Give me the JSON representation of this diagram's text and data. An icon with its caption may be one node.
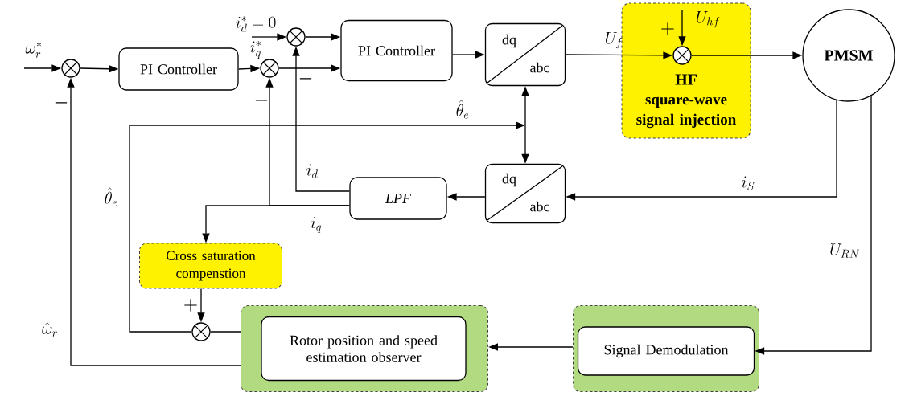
{
  "diagram": {
    "nodes": [
      {
        "text": [],
        "shape": "circle"
      },
      {
        "text": [
          "PI Controller"
        ]
      },
      {
        "text": [],
        "shape": "circle"
      },
      {
        "text": [],
        "shape": "circle"
      },
      {
        "text": [
          "PI Controller"
        ]
      },
      {
        "text": [
          "dq",
          "abc"
        ]
      },
      {
        "text": [
          "HF",
          "square-wave signal injection"
        ]
      },
      {
        "text": [],
        "shape": "circle",
        "in": 6
      },
      {
        "text": [
          "PMSM"
        ]
      },
      {
        "text": [
          "dq",
          "abc"
        ]
      },
      {
        "text": [
          "LPF"
        ]
      },
      {
        "text": [
          "Cross saturation compenstion"
        ]
      },
      {
        "text": [],
        "shape": "circle"
      },
      {
        "text": [],
        "shape": "box"
      },
      {
        "text": [
          "Rotor position and speed estimation observer"
        ],
        "in": 13
      },
      {
        "text": [],
        "shape": "box"
      },
      {
        "text": [
          "Signal Demodulation"
        ],
        "in": 15
      }
    ],
    "edges": [
      {
        "from": null,
        "to": 0,
        "arrow": "to",
        "label": "\\omega_r^*"
      },
      {
        "from": 0,
        "to": 1,
        "arrow": "to"
      },
      {
        "from": 1,
        "to": 2,
        "arrow": "to",
        "label": "i^*_q"
      },
      {
        "from": null,
        "to": 3,
        "arrow": "to",
        "label": "i^*_d=0"
      },
      {
        "from": 3,
        "to": 4,
        "arrow": "to"
      },
      {
        "from": 2,
        "to": 4,
        "arrow": "to"
      },
      {
        "from": 4,
        "to": 5,
        "arrow": "to"
      },
      {
        "from": 5,
        "to": 7,
        "arrow": "to",
        "label": "U_f"
      },
      {
        "from": null,
        "to": 7,
        "arrow": "to",
        "label": "U_{hf}"
      },
      {
        "from": 7,
        "to": 8,
        "arrow": "to"
      },
      {
        "from": 8,
        "to": 9,
        "arrow": "to",
        "label": "i_S"
      },
      {
        "from": 8,
        "to": 16,
        "arrow": "to",
        "label": "U_{RN}"
      },
      {
        "from": 15,
        "to": 13,
        "arrow": "to"
      },
      {
        "from": 9,
        "to": 5,
        "arrow": "both"
      },
      {
        "from": 9,
        "to": 10,
        "arrow": "to"
      },
      {
        "from": 10,
        "to": 3,
        "arrow": "to",
        "label": "i_d"
      },
      {
        "from": 10,
        "to": 2,
        "arrow": "to",
        "label": "i_q"
      },
      {
        "from": 10,
        "to": 11,
        "arrow": "to"
      },
      {
        "from": 11,
        "to": 12,
        "arrow": "to"
      },
      {
        "from": 13,
        "to": 12,
        "arrow": "none"
      },
      {
        "from": 12,
        "to": 5,
        "arrow": "to",
        "label": "\\hat{\\theta}_e"
      },
      {
        "from": 13,
        "to": 0,
        "arrow": "to",
        "label": "\\hat{\\omega}_r"
      }
    ],
    "labels": [
      "+",
      "-",
      "-",
      "-",
      "\\hat{\\theta}_e",
      "+"
    ]
  }
}
